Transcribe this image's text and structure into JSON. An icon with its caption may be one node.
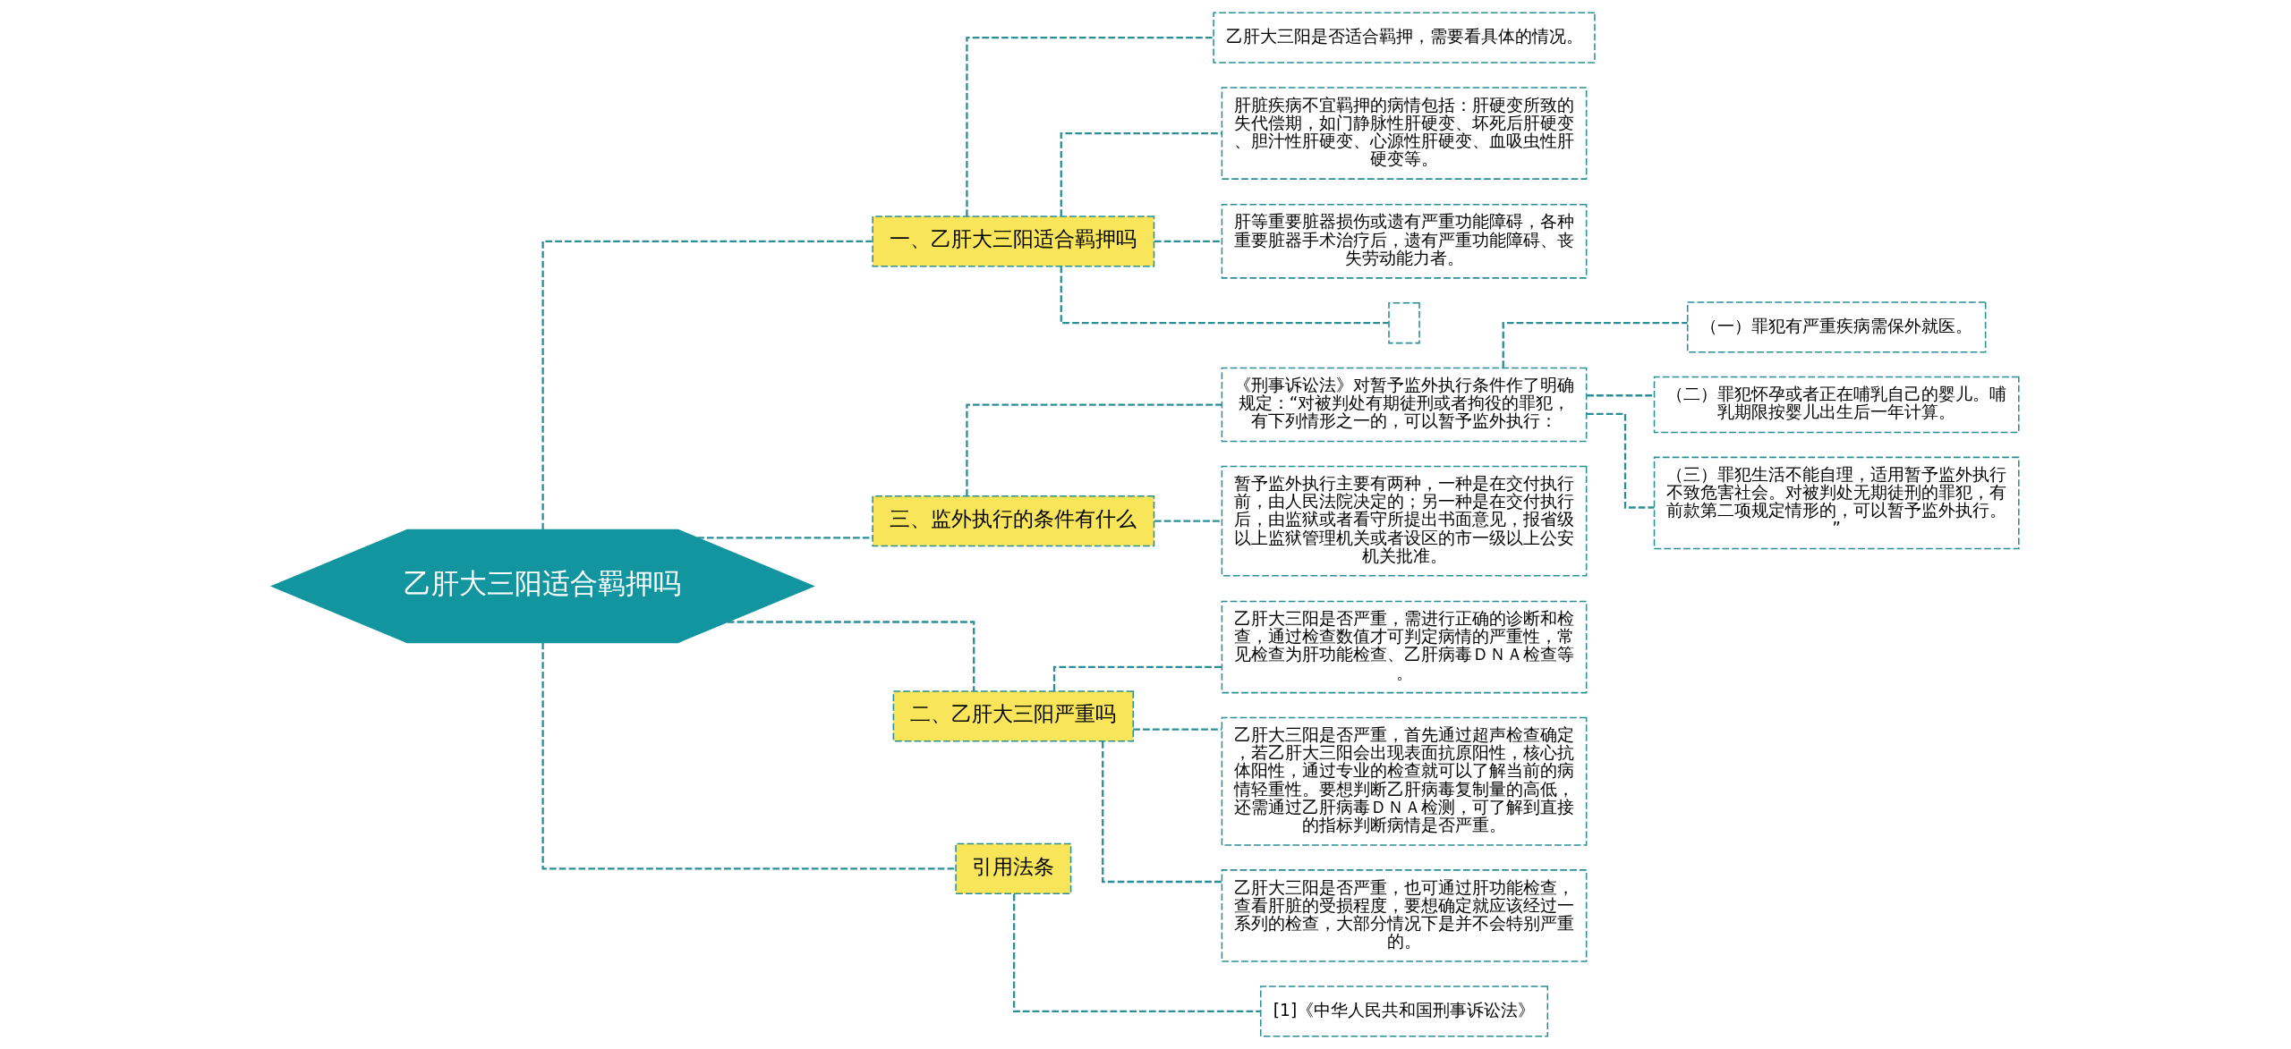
{
  "diagram": {
    "nodes": [
      {
        "text": [
          "乙肝大三阳适合羁押吗"
        ]
      },
      {
        "text": [
          "一、乙肝大三阳适合羁押吗"
        ]
      },
      {
        "text": [
          "乙肝大三阳是否适合羁押，需要看具体的情况。"
        ]
      },
      {
        "text": [
          "肝脏疾病不宜羁押的病情包括：肝硬变所致的失代偿期，如门静脉性肝硬变、坏死后肝硬变、胆汁性肝硬变、心源性肝硬变、血吸虫性肝硬变等。"
        ]
      },
      {
        "text": [
          "肝等重要脏器损伤或遗有严重功能障碍，各种重要脏器手术治疗后，遗有严重功能障碍、丧失劳动能力者。"
        ]
      },
      {
        "text": [],
        "shape": "box"
      },
      {
        "text": [
          "三、监外执行的条件有什么"
        ]
      },
      {
        "text": [
          "《刑事诉讼法》对暂予监外执行条件作了明确规定：“对被判处有期徒刑或者拘役的罪犯，有下列情形之一的，可以暂予监外执行："
        ]
      },
      {
        "text": [
          "（一）罪犯有严重疾病需保外就医。"
        ]
      },
      {
        "text": [
          "（二）罪犯怀孕或者正在哺乳自己的婴儿。哺乳期限按婴儿出生后一年计算。"
        ]
      },
      {
        "text": [
          "（三）罪犯生活不能自理，适用暂予监外执行不致危害社会。对被判处无期徒刑的罪犯，有前款第二项规定情形的，可以暂予监外执行。”"
        ]
      },
      {
        "text": [
          "暂予监外执行主要有两种，一种是在交付执行前，由人民法院决定的；另一种是在交付执行后，由监狱或者看守所提出书面意见，报省级以上监狱管理机关或者设区的市一级以上公安机关批准。"
        ]
      },
      {
        "text": [
          "二、乙肝大三阳严重吗"
        ]
      },
      {
        "text": [
          "乙肝大三阳是否严重，需进行正确的诊断和检查，通过检查数值才可判定病情的严重性，常见检查为肝功能检查、乙肝病毒ＤＮＡ检查等。"
        ]
      },
      {
        "text": [
          "乙肝大三阳是否严重，首先通过超声检查确定，若乙肝大三阳会出现表面抗原阳性，核心抗体阳性，通过专业的检查就可以了解当前的病情轻重性。要想判断乙肝病毒复制量的高低，还需通过乙肝病毒ＤＮＡ检测，可了解到直接的指标判断病情是否严重。"
        ]
      },
      {
        "text": [
          "乙肝大三阳是否严重，也可通过肝功能检查，查看肝脏的受损程度，要想确定就应该经过一系列的检查，大部分情况下是并不会特别严重的。"
        ]
      },
      {
        "text": [
          "引用法条"
        ]
      },
      {
        "text": [
          "[1]《中华人民共和国刑事诉讼法》"
        ]
      }
    ],
    "edges": [
      {
        "from": 0,
        "to": 1,
        "arrow": "none"
      },
      {
        "from": 1,
        "to": 2,
        "arrow": "none"
      },
      {
        "from": 1,
        "to": 3,
        "arrow": "none"
      },
      {
        "from": 1,
        "to": 4,
        "arrow": "none"
      },
      {
        "from": 1,
        "to": 5,
        "arrow": "none"
      },
      {
        "from": 0,
        "to": 6,
        "arrow": "none"
      },
      {
        "from": 6,
        "to": 7,
        "arrow": "none"
      },
      {
        "from": 7,
        "to": 8,
        "arrow": "none"
      },
      {
        "from": 7,
        "to": 9,
        "arrow": "none"
      },
      {
        "from": 7,
        "to": 10,
        "arrow": "none"
      },
      {
        "from": 6,
        "to": 11,
        "arrow": "none"
      },
      {
        "from": 0,
        "to": 12,
        "arrow": "none"
      },
      {
        "from": 12,
        "to": 13,
        "arrow": "none"
      },
      {
        "from": 12,
        "to": 14,
        "arrow": "none"
      },
      {
        "from": 12,
        "to": 15,
        "arrow": "none"
      },
      {
        "from": 0,
        "to": 16,
        "arrow": "none"
      },
      {
        "from": 16,
        "to": 17,
        "arrow": "none"
      }
    ]
  }
}
